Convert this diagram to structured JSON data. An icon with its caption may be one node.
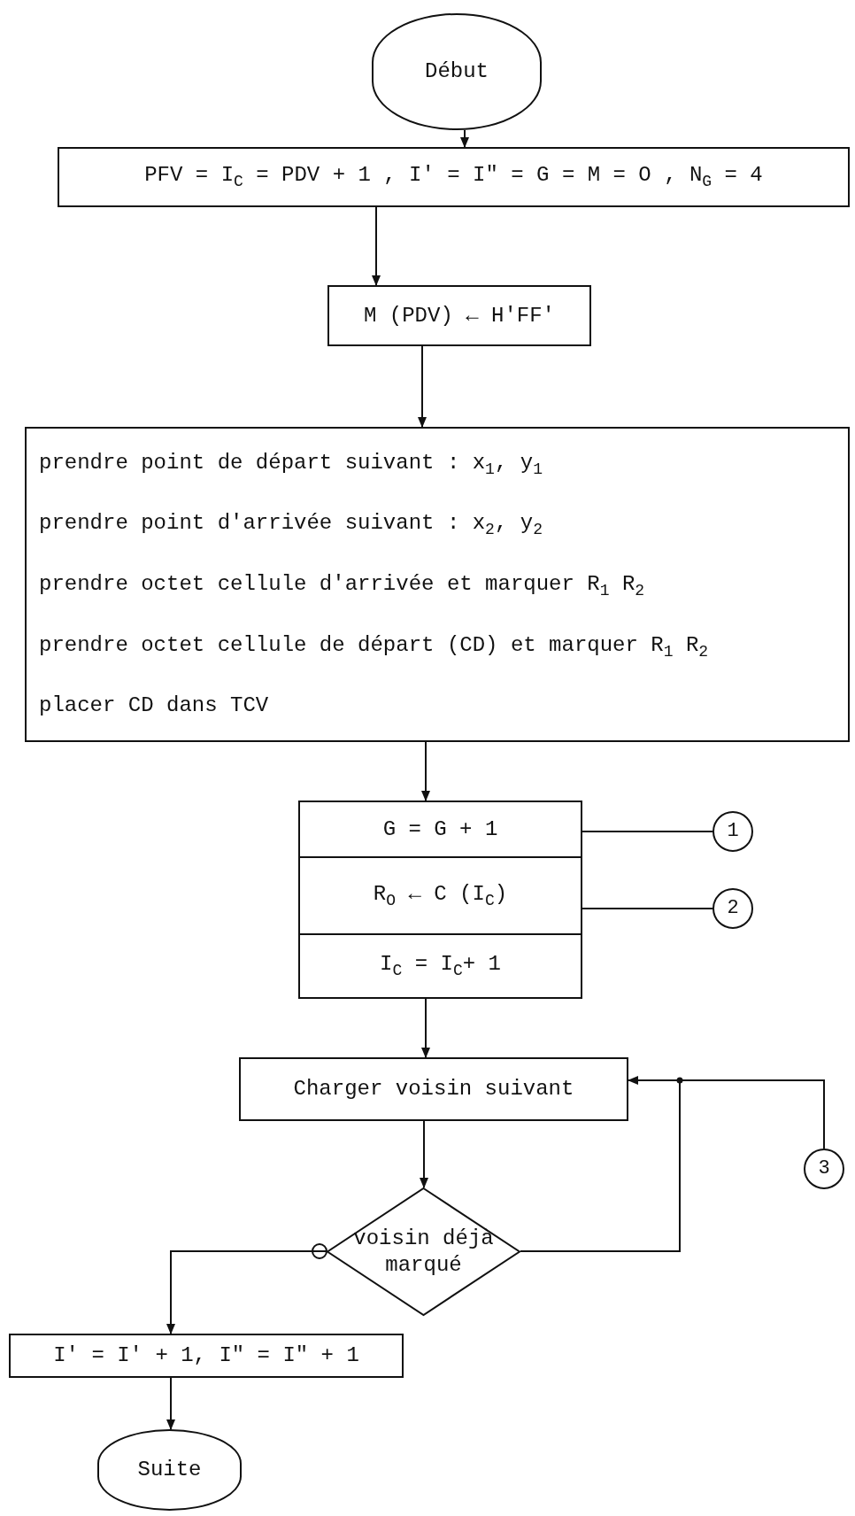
{
  "diagram": {
    "nodes": [
      {
        "text": [
          "Début"
        ]
      },
      {
        "text": [
          "PFV = I$_{C}$ = PDV + 1 , I' = I\" = G = M = O , N$_{G}$ = 4"
        ]
      },
      {
        "text": [
          "M (PDV) ← H'FF'"
        ]
      },
      {
        "text": [
          "prendre point de départ suivant : x$_{1}$, y$_{1}$",
          "prendre point d'arrivée suivant : x$_{2}$, y$_{2}$",
          "prendre octet cellule d'arrivée et marquer R$_{1}$ R$_{2}$",
          "prendre octet cellule de départ (CD) et marquer R$_{1}$ R$_{2}$",
          "placer CD dans TCV"
        ]
      },
      {
        "text": [],
        "shape": "box"
      },
      {
        "text": [
          "G = G + 1"
        ],
        "in": 4
      },
      {
        "text": [
          "R$_{O}$ ← C (I$_{C}$)"
        ],
        "in": 4
      },
      {
        "text": [
          "I$_{C}$ = I$_{C}$+ 1"
        ],
        "in": 4
      },
      {
        "text": [
          "1"
        ]
      },
      {
        "text": [
          "2"
        ]
      },
      {
        "text": [
          "Charger voisin suivant"
        ]
      },
      {
        "text": [
          "3"
        ]
      },
      {
        "text": [
          "voisin déjà marqué"
        ]
      },
      {
        "text": [
          "I' = I' + 1, I\" = I\" + 1"
        ]
      },
      {
        "text": [
          "Suite"
        ]
      }
    ],
    "edges": [
      {
        "from": 0,
        "to": 1,
        "arrow": "to"
      },
      {
        "from": 1,
        "to": 2,
        "arrow": "to"
      },
      {
        "from": 2,
        "to": 3,
        "arrow": "to"
      },
      {
        "from": 3,
        "to": 4,
        "arrow": "to"
      },
      {
        "from": 4,
        "to": 10,
        "arrow": "to"
      },
      {
        "from": 10,
        "to": 12,
        "arrow": "to"
      },
      {
        "from": 12,
        "to": 13,
        "arrow": "to"
      },
      {
        "from": 12,
        "to": 10,
        "arrow": "to"
      },
      {
        "from": 10,
        "to": 11,
        "arrow": "none"
      },
      {
        "from": 13,
        "to": 14,
        "arrow": "to"
      },
      {
        "from": 5,
        "to": 8,
        "arrow": "none"
      },
      {
        "from": 6,
        "to": 9,
        "arrow": "none"
      }
    ]
  }
}
